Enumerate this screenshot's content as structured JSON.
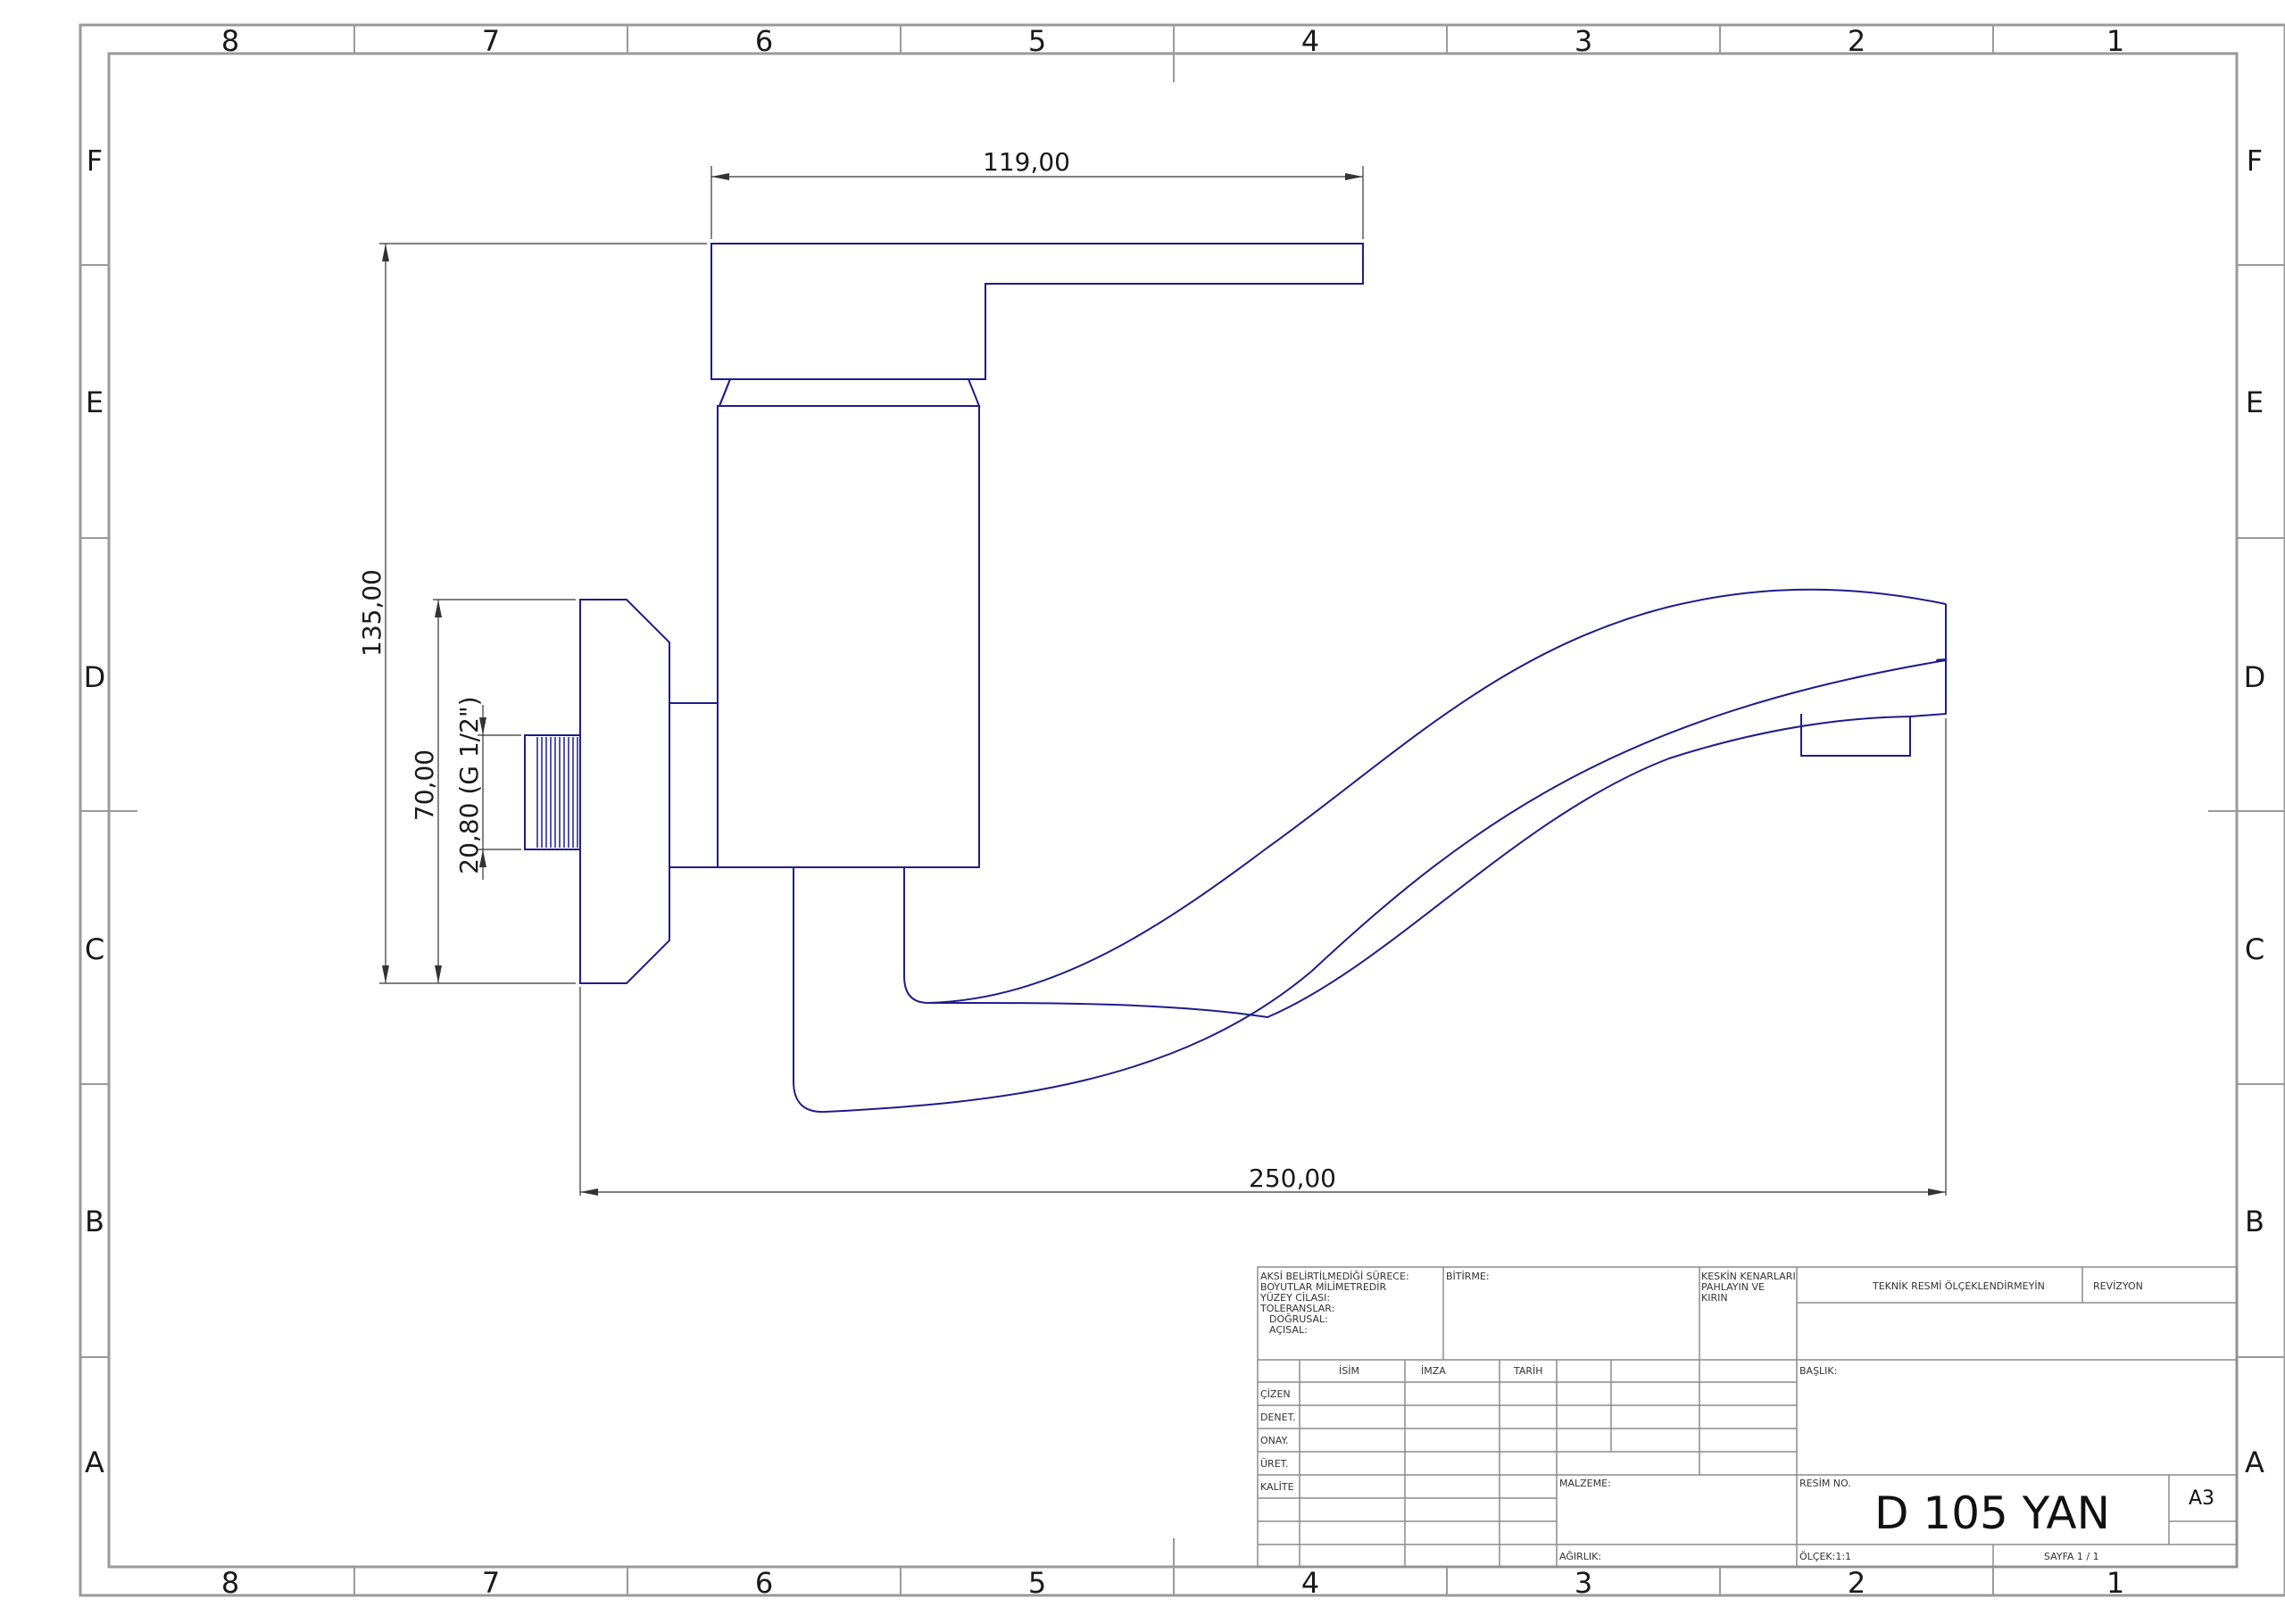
{
  "zones": {
    "columns": [
      "8",
      "7",
      "6",
      "5",
      "4",
      "3",
      "2",
      "1"
    ],
    "rows": [
      "F",
      "E",
      "D",
      "C",
      "B",
      "A"
    ]
  },
  "dimensions": {
    "top_width": "119,00",
    "overall_height": "135,00",
    "flange_height": "70,00",
    "thread": "20,80 (G 1/2\")",
    "overall_length": "250,00"
  },
  "title_block": {
    "general_notes": [
      "AKSİ BELİRTİLMEDİĞİ SÜRECE:",
      "BOYUTLAR MİLİMETREDİR",
      "YÜZEY CİLASI:",
      "TOLERANSLAR:",
      "DOĞRUSAL:",
      "AÇISAL:"
    ],
    "finish_label": "BİTİRME:",
    "edges_note": [
      "KESKİN KENARLARI",
      "PAHLAYIN VE",
      "KIRIN"
    ],
    "no_scale_note": "TEKNİK RESMİ ÖLÇEKLENDİRMEYİN",
    "revision_label": "REVİZYON",
    "col_name": "İSİM",
    "col_signature": "İMZA",
    "col_date": "TARİH",
    "roles": [
      "ÇİZEN",
      "DENET.",
      "ONAY.",
      "ÜRET.",
      "KALİTE"
    ],
    "title_label": "BAŞLIK:",
    "material_label": "MALZEME:",
    "drawing_no_label": "RESİM NO.",
    "drawing_no": "D 105 YAN",
    "sheet_size": "A3",
    "weight_label": "AĞIRLIK:",
    "scale_label": "ÖLÇEK:1:1",
    "sheet_label": "SAYFA 1 / 1"
  },
  "colors": {
    "geometry": "#1e1c8c",
    "frame": "#9a9a9a"
  }
}
